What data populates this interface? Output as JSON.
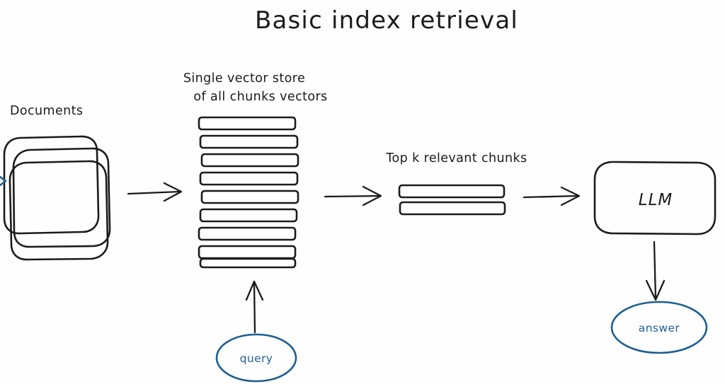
{
  "diagram": {
    "title": "Basic index retrieval",
    "background_color": "#fefefe",
    "ink_color": "#1b1b1b",
    "accent_color": "#1b5e91",
    "labels": {
      "documents": "Documents",
      "vector_store_line1": "Single vector store",
      "vector_store_line2": "of all chunks vectors",
      "top_k": "Top k relevant chunks"
    },
    "nodes": {
      "llm": "LLM",
      "query": "query",
      "answer": "answer"
    },
    "vector_store": {
      "chunk_count": 9
    },
    "retrieved": {
      "chunk_count": 2
    },
    "flow": [
      "Documents",
      "Single vector store of all chunks vectors",
      "Top k relevant chunks",
      "LLM",
      "answer"
    ],
    "icons": {
      "arrow_right": "arrow-right-icon",
      "arrow_up": "arrow-up-icon",
      "arrow_down": "arrow-down-icon"
    }
  }
}
